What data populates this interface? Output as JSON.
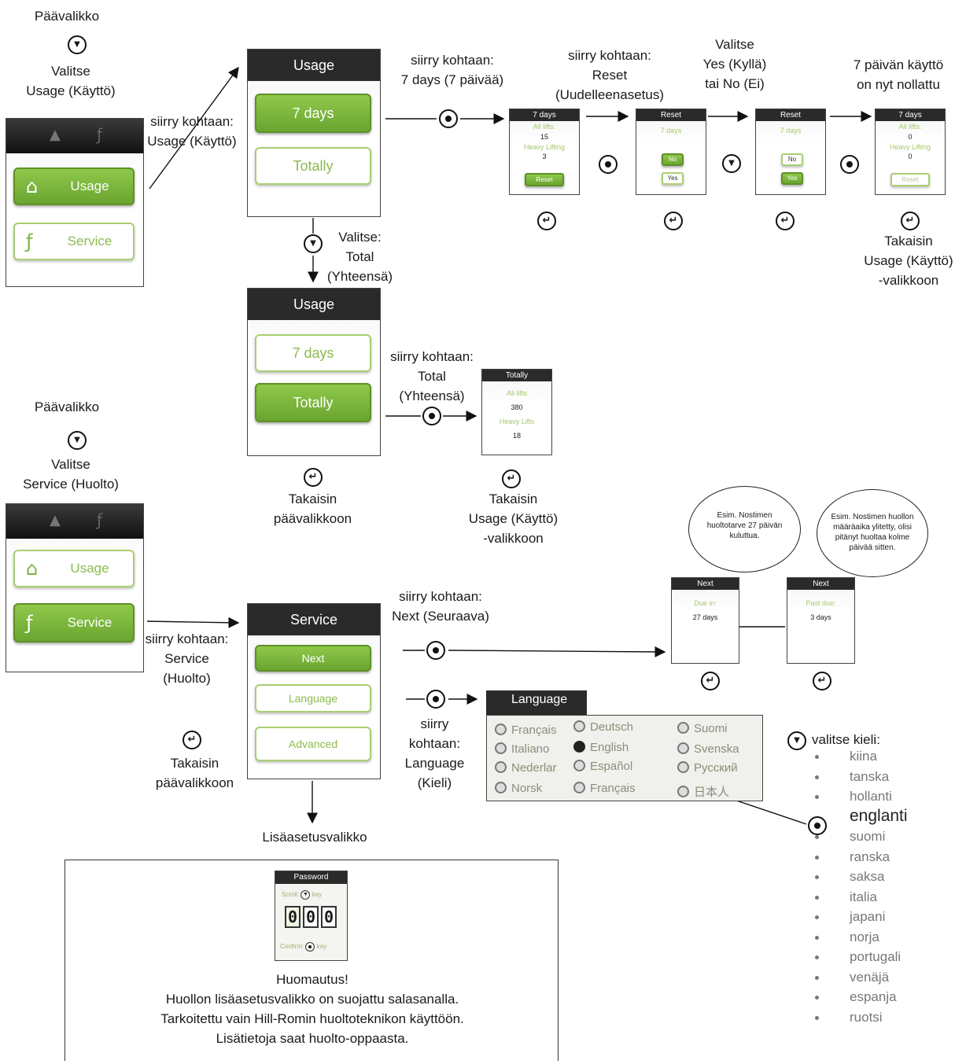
{
  "main_menu": {
    "title": "Päävalikko",
    "select_usage": "Valitse\nUsage (Käyttö)",
    "select_service": "Valitse\nService (Huolto)",
    "btn_usage": "Usage",
    "btn_service": "Service"
  },
  "usage_menu": {
    "header": "Usage",
    "btn_7days": "7 days",
    "btn_totally": "Totally",
    "goto_usage": "siirry kohtaan:\nUsage (Käyttö)",
    "goto_7days": "siirry kohtaan:\n7 days (7 päivää)",
    "select_total": "Valitse:\nTotal\n(Yhteensä)",
    "goto_total": "siirry kohtaan:\nTotal\n(Yhteensä)",
    "back_main": "Takaisin\npäävalikkoon",
    "back_usage": "Takaisin\nUsage (Käyttö)\n-valikkoon"
  },
  "reset_flow": {
    "goto_reset": "siirry kohtaan:\nReset\n(Uudelleenasetus)",
    "select_yes_no": "Valitse\nYes (Kyllä)\ntai No (Ei)",
    "reset_done": "7 päivän käyttö\non nyt nollattu",
    "back_usage": "Takaisin\nUsage (Käyttö)\n-valikkoon",
    "screen1": {
      "header": "7 days",
      "all_lifts": "All lifts:",
      "v1": "15",
      "heavy": "Heavy Lifting",
      "v2": "3",
      "btn": "Reset"
    },
    "screen2": {
      "header": "Reset",
      "sub": "7 days",
      "no": "No",
      "yes": "Yes"
    },
    "screen3": {
      "header": "Reset",
      "sub": "7 days",
      "no": "No",
      "yes": "Yes"
    },
    "screen4": {
      "header": "7 days",
      "all_lifts": "All lifts:",
      "v1": "0",
      "heavy": "Heavy Lifting",
      "v2": "0",
      "btn": "Reset"
    }
  },
  "totally_screen": {
    "header": "Totally",
    "all_lifts": "All lifts",
    "v1": "380",
    "heavy": "Heavy Lifts",
    "v2": "18"
  },
  "service_menu": {
    "header": "Service",
    "btn_next": "Next",
    "btn_language": "Language",
    "btn_advanced": "Advanced",
    "goto_service": "siirry kohtaan:\nService\n(Huolto)",
    "goto_next": "siirry kohtaan:\nNext (Seuraava)",
    "goto_language": "siirry\nkohtaan:\nLanguage\n(Kieli)",
    "back_main": "Takaisin\npäävalikkoon",
    "advanced_label": "Lisäasetusvalikko"
  },
  "next_screens": {
    "a": {
      "header": "Next",
      "label": "Due in:",
      "value": "27 days",
      "note": "Esim. Nostimen huoltotarve 27 päivän kuluttua."
    },
    "b": {
      "header": "Next",
      "label": "Past due:",
      "value": "3 days",
      "note": "Esim. Nostimen huollon määräaika ylitetty, olisi pitänyt huoltaa kolme päivää sitten."
    }
  },
  "language_screen": {
    "header": "Language",
    "options": [
      "Français",
      "Deutsch",
      "Suomi",
      "Italiano",
      "English",
      "Svenska",
      "Nederlar",
      "Español",
      "Русский",
      "Norsk",
      "Français",
      "日本人"
    ]
  },
  "language_select": {
    "title": "valitse kieli:",
    "items": [
      "kiina",
      "tanska",
      "hollanti",
      "englanti",
      "suomi",
      "ranska",
      "saksa",
      "italia",
      "japani",
      "norja",
      "portugali",
      "venäjä",
      "espanja",
      "ruotsi"
    ]
  },
  "password_box": {
    "header": "Password",
    "scroll": "Scroll:",
    "key1": "key",
    "digits": [
      "0",
      "0",
      "0"
    ],
    "confirm": "Confirm:",
    "key2": "key",
    "note_title": "Huomautus!",
    "note_line1": "Huollon lisäasetusvalikko on suojattu salasanalla.",
    "note_line2": "Tarkoitettu vain Hill-Romin huoltoteknikon käyttöön.",
    "note_line3": "Lisätietoja saat huolto-oppaasta."
  }
}
